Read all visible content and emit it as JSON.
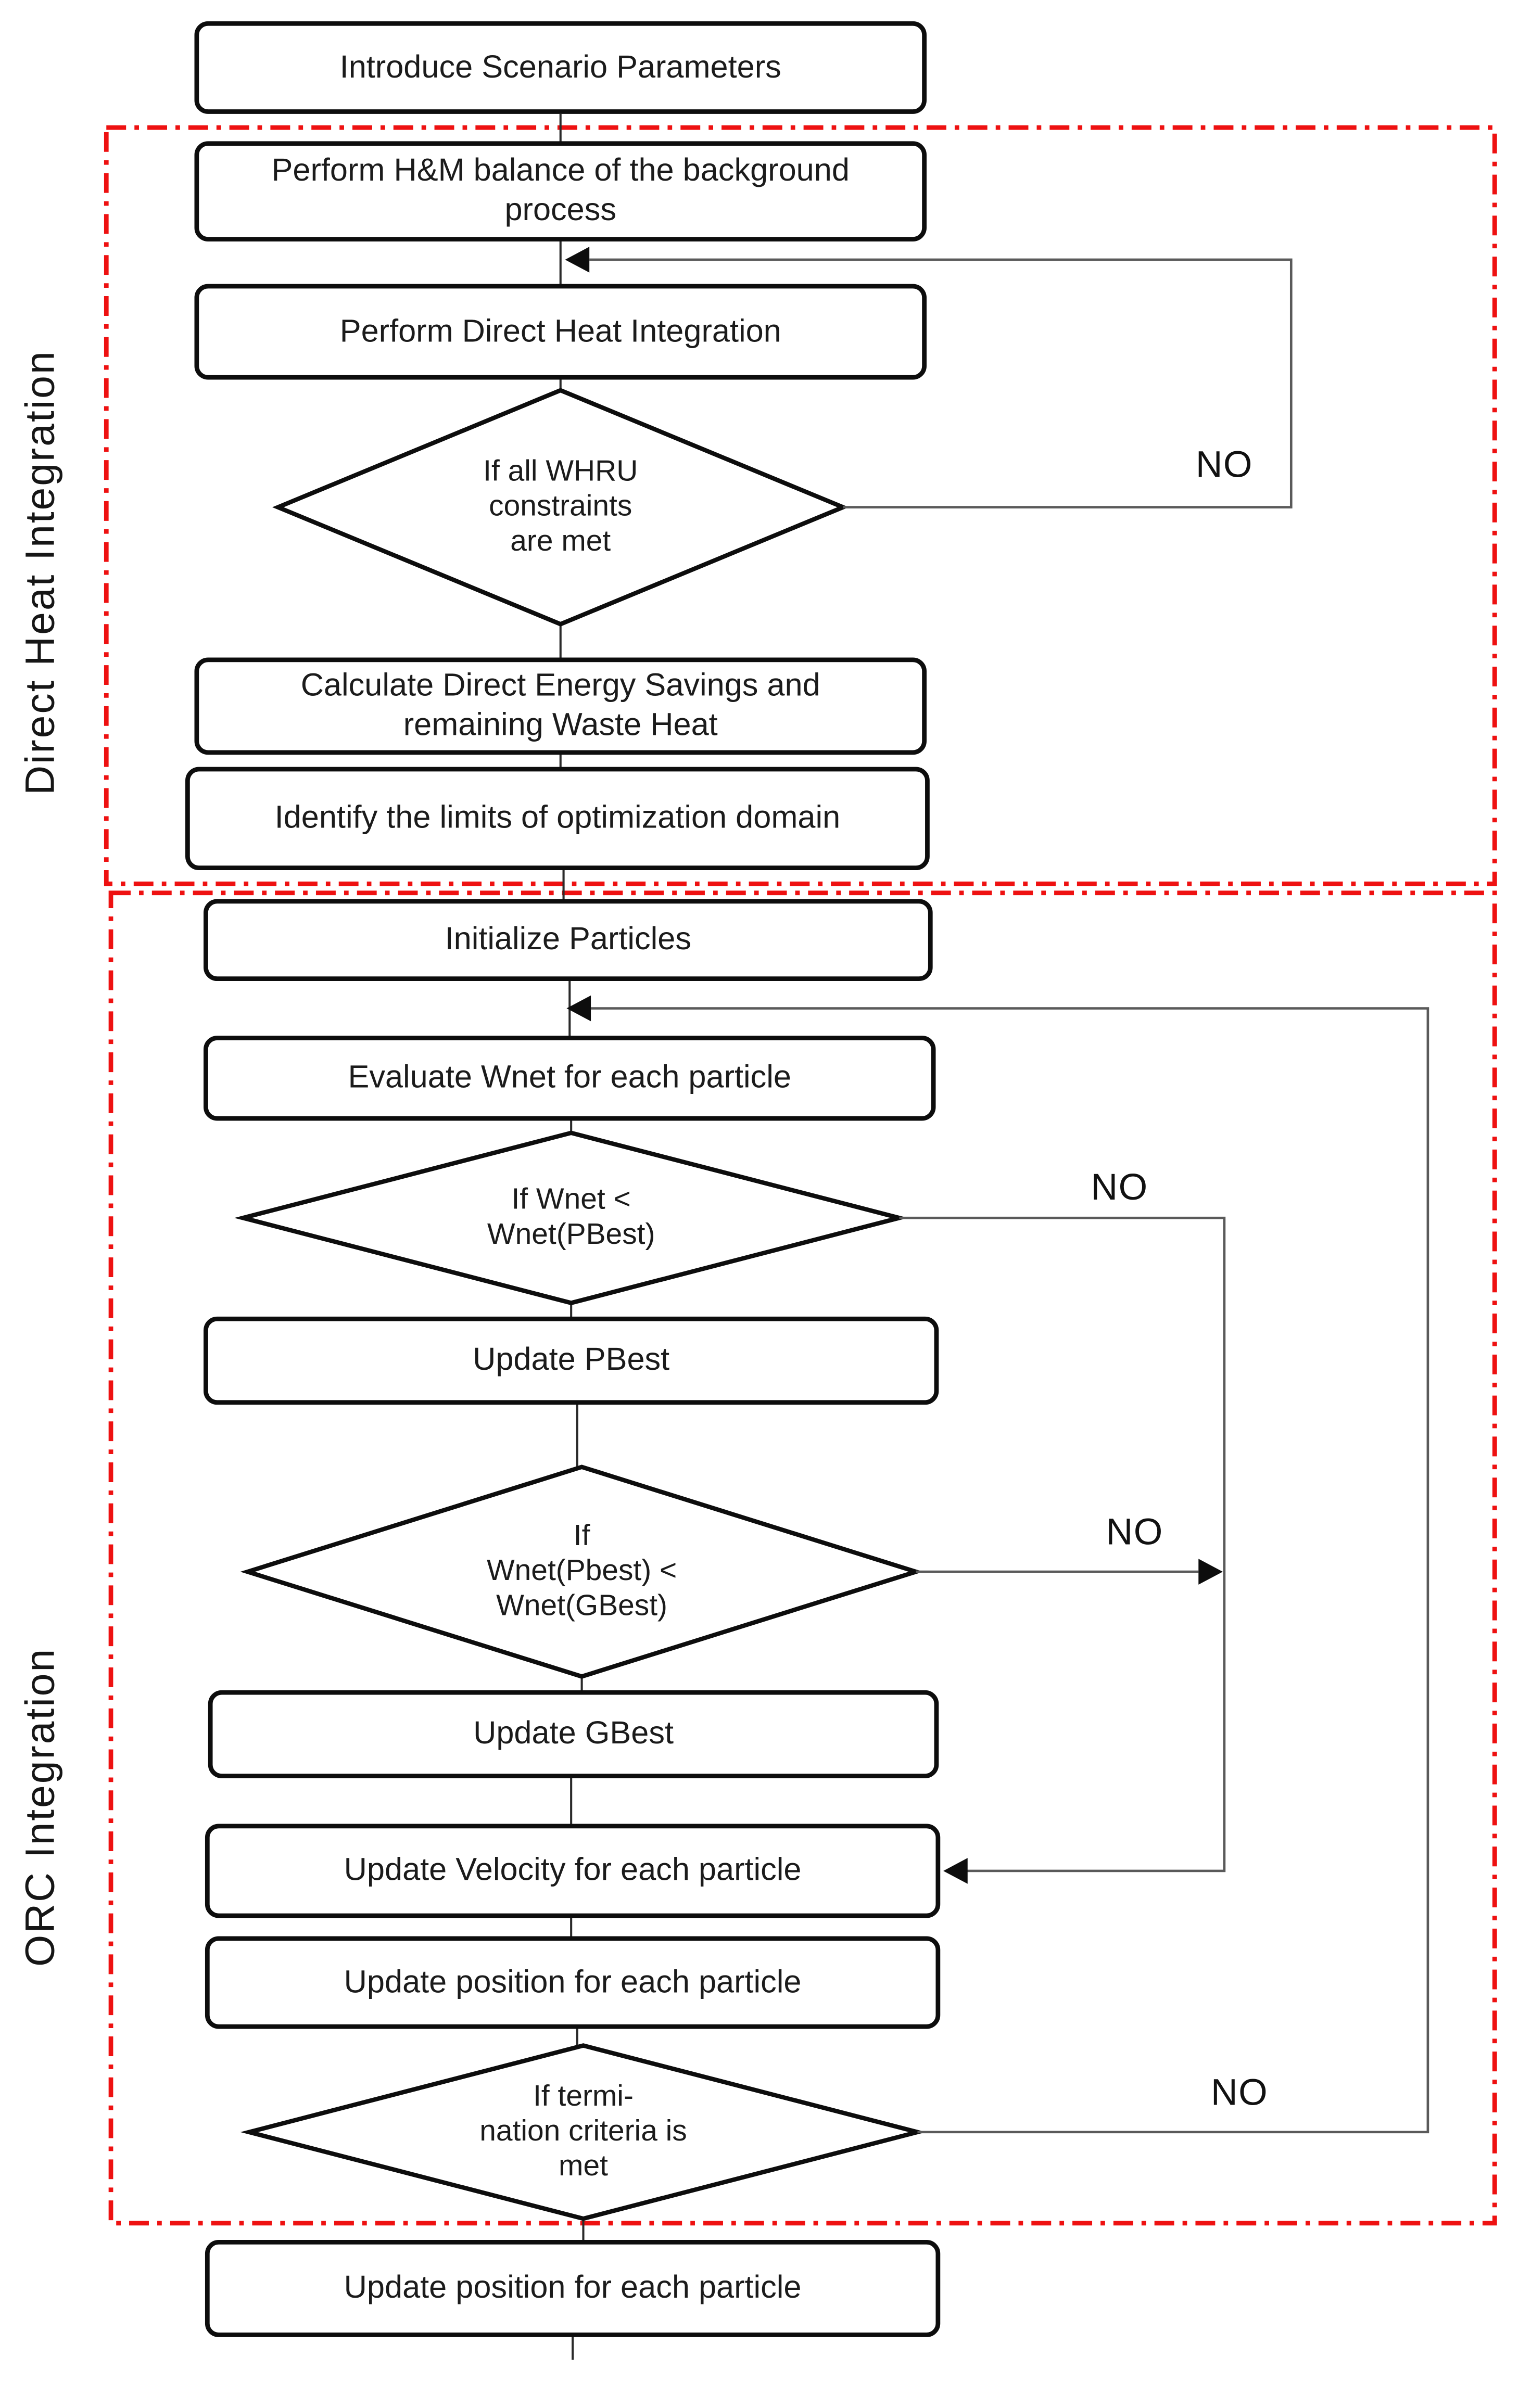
{
  "figure": {
    "background": "#ffffff",
    "accent_red": "#ee1111",
    "line_color": "#5a5a5a",
    "shape_border_color": "#0d0d0d",
    "no_label": "NO"
  },
  "sections": [
    {
      "label": "Direct Heat Integration"
    },
    {
      "label": "ORC Integration"
    }
  ],
  "nodes": {
    "intro": "Introduce Scenario Parameters",
    "hm_balance": "Perform H&M balance of the background process",
    "direct_hi": "Perform Direct Heat Integration",
    "whru_decision": "If all WHRU\nconstraints\nare met",
    "savings": "Calculate Direct Energy Savings and remaining Waste Heat",
    "limits": "Identify the limits of optimization domain",
    "init_particles": "Initialize Particles",
    "eval_wnet": "Evaluate Wnet for each particle",
    "wnet_pbest_decision": "If Wnet <\nWnet(PBest)",
    "update_pbest": "Update PBest",
    "pbest_gbest_decision": "If\nWnet(Pbest) <\nWnet(GBest)",
    "update_gbest": "Update GBest",
    "update_velocity": "Update Velocity for each particle",
    "update_position": "Update position for each particle",
    "termination_decision": "If termi-\nnation criteria is\nmet",
    "final_update_position": "Update position for each particle"
  }
}
